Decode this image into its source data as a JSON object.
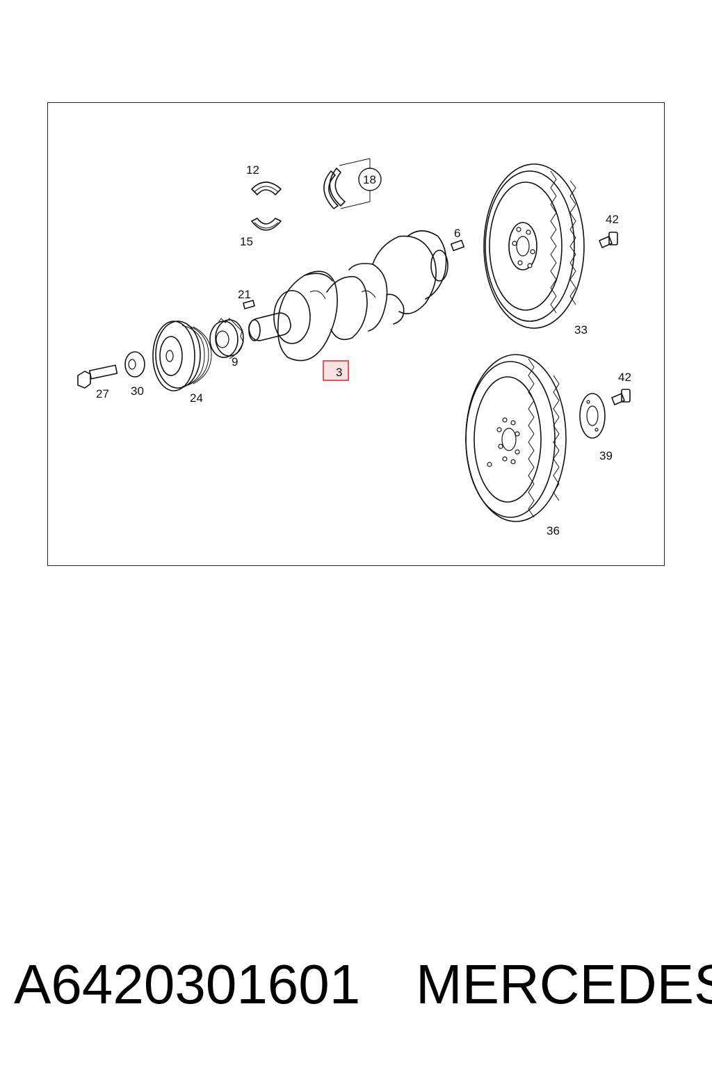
{
  "diagram": {
    "labels": {
      "l12": "12",
      "l15": "15",
      "l18": "18",
      "l6": "6",
      "l42a": "42",
      "l33": "33",
      "l21": "21",
      "l9": "9",
      "l3": "3",
      "l27": "27",
      "l30": "30",
      "l24": "24",
      "l42b": "42",
      "l39": "39",
      "l36": "36"
    },
    "highlight_color": "#e03030",
    "highlight_fill": "#fbe3e3"
  },
  "footer": {
    "part_number": "A6420301601",
    "brand": "MERCEDES"
  }
}
